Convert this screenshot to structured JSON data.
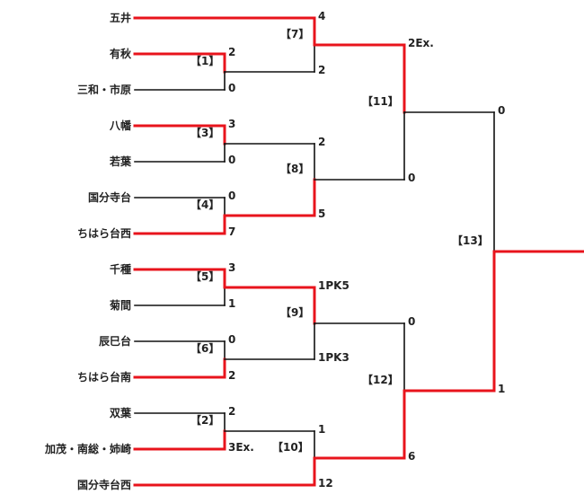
{
  "colors": {
    "win": "#e8141c",
    "lose": "#111111"
  },
  "teams": [
    {
      "id": "t1",
      "name": "五井"
    },
    {
      "id": "t2",
      "name": "有秋"
    },
    {
      "id": "t3",
      "name": "三和・市原"
    },
    {
      "id": "t4",
      "name": "八幡"
    },
    {
      "id": "t5",
      "name": "若葉"
    },
    {
      "id": "t6",
      "name": "国分寺台"
    },
    {
      "id": "t7",
      "name": "ちはら台西"
    },
    {
      "id": "t8",
      "name": "千種"
    },
    {
      "id": "t9",
      "name": "菊間"
    },
    {
      "id": "t10",
      "name": "辰巳台"
    },
    {
      "id": "t11",
      "name": "ちはら台南"
    },
    {
      "id": "t12",
      "name": "双葉"
    },
    {
      "id": "t13",
      "name": "加茂・南総・姉崎"
    },
    {
      "id": "t14",
      "name": "国分寺台西"
    }
  ],
  "matches": [
    {
      "id": "m1",
      "label": "【1】",
      "top": "t2",
      "bottom": "t3",
      "top_score": "2",
      "bottom_score": "0",
      "winner": "top"
    },
    {
      "id": "m2",
      "label": "【2】",
      "top": "t12",
      "bottom": "t13",
      "top_score": "2",
      "bottom_score": "3Ex.",
      "winner": "bottom"
    },
    {
      "id": "m3",
      "label": "【3】",
      "top": "t4",
      "bottom": "t5",
      "top_score": "3",
      "bottom_score": "0",
      "winner": "top"
    },
    {
      "id": "m4",
      "label": "【4】",
      "top": "t6",
      "bottom": "t7",
      "top_score": "0",
      "bottom_score": "7",
      "winner": "bottom"
    },
    {
      "id": "m5",
      "label": "【5】",
      "top": "t8",
      "bottom": "t9",
      "top_score": "3",
      "bottom_score": "1",
      "winner": "top"
    },
    {
      "id": "m6",
      "label": "【6】",
      "top": "t10",
      "bottom": "t11",
      "top_score": "0",
      "bottom_score": "2",
      "winner": "bottom"
    },
    {
      "id": "m7",
      "label": "【7】",
      "top": "t1",
      "bottom": "m1",
      "top_score": "4",
      "bottom_score": "2",
      "winner": "top"
    },
    {
      "id": "m8",
      "label": "【8】",
      "top": "m3",
      "bottom": "m4",
      "top_score": "2",
      "bottom_score": "5",
      "winner": "bottom"
    },
    {
      "id": "m9",
      "label": "【9】",
      "top": "m5",
      "bottom": "m6",
      "top_score": "1PK5",
      "bottom_score": "1PK3",
      "winner": "top"
    },
    {
      "id": "m10",
      "label": "【10】",
      "top": "m2",
      "bottom": "t14",
      "top_score": "1",
      "bottom_score": "12",
      "winner": "bottom"
    },
    {
      "id": "m11",
      "label": "【11】",
      "top": "m7",
      "bottom": "m8",
      "top_score": "2Ex.",
      "bottom_score": "0",
      "winner": "top"
    },
    {
      "id": "m12",
      "label": "【12】",
      "top": "m9",
      "bottom": "m10",
      "top_score": "0",
      "bottom_score": "6",
      "winner": "bottom"
    },
    {
      "id": "m13",
      "label": "【13】",
      "top": "m11",
      "bottom": "m12",
      "top_score": "0",
      "bottom_score": "1",
      "winner": "bottom"
    }
  ]
}
